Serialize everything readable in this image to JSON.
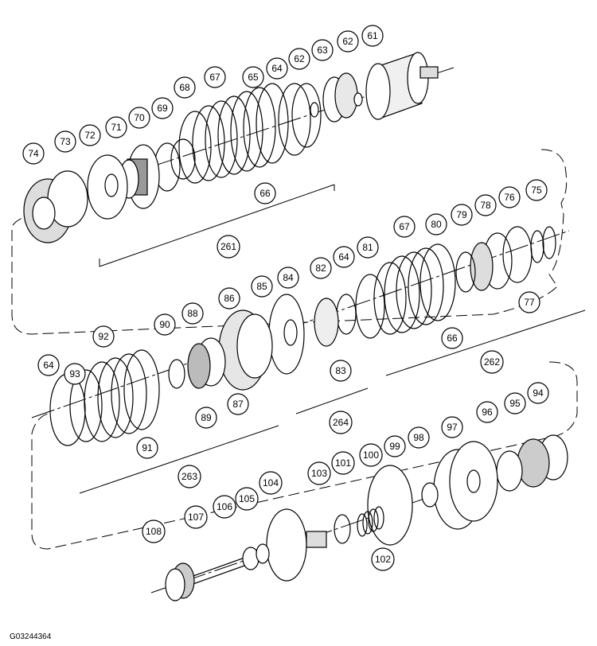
{
  "figure_id": "G03244364",
  "callouts": [
    "61",
    "62",
    "63",
    "62",
    "64",
    "65",
    "67",
    "68",
    "69",
    "70",
    "71",
    "72",
    "73",
    "74",
    "66",
    "261",
    "75",
    "76",
    "77",
    "78",
    "79",
    "80",
    "67",
    "81",
    "64",
    "82",
    "84",
    "85",
    "86",
    "88",
    "90",
    "87",
    "89",
    "83",
    "66",
    "262",
    "92",
    "64",
    "93",
    "91",
    "263",
    "264",
    "94",
    "95",
    "96",
    "97",
    "98",
    "99",
    "100",
    "101",
    "103",
    "104",
    "105",
    "106",
    "107",
    "108",
    "102"
  ],
  "colors": {
    "line": "#000000",
    "part_fill": "#ffffff",
    "hatch": "#444444"
  }
}
